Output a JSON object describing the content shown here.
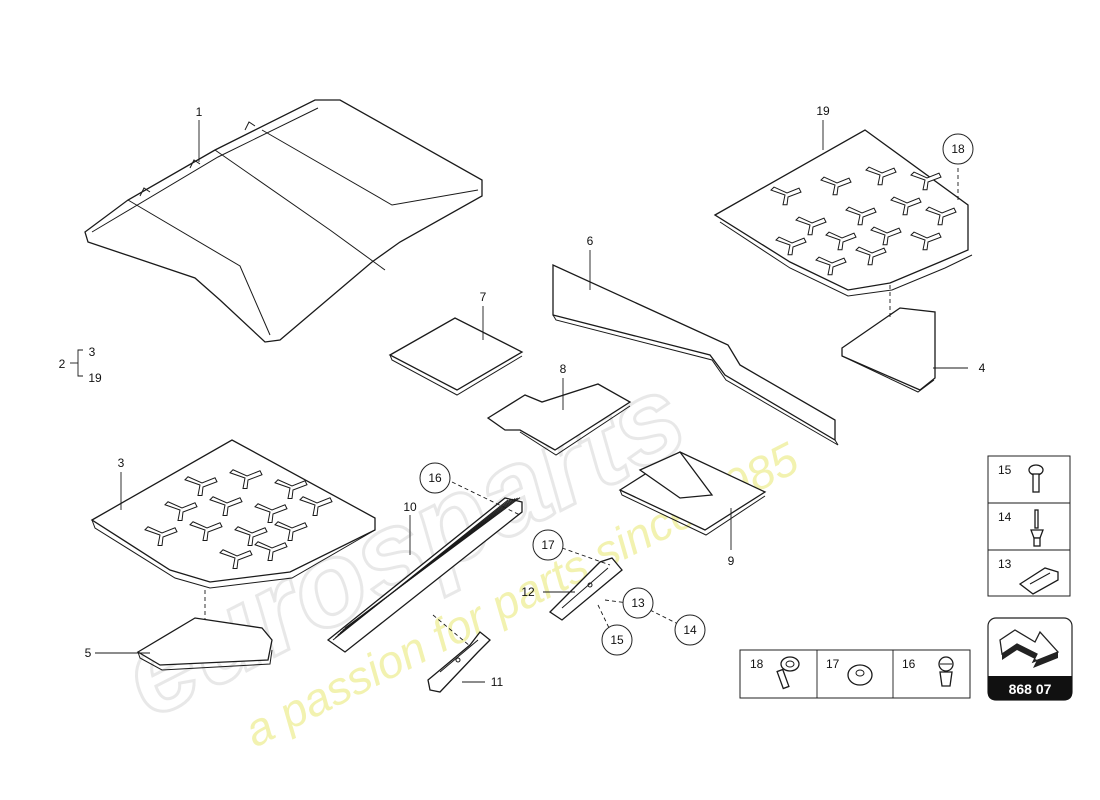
{
  "diagram": {
    "watermark": {
      "brand": "eurosparts",
      "tagline": "a passion for parts since 1985"
    },
    "callouts": [
      {
        "id": "c1",
        "label": "1"
      },
      {
        "id": "c2",
        "label": "2"
      },
      {
        "id": "c2a",
        "label": "3"
      },
      {
        "id": "c2b",
        "label": "19"
      },
      {
        "id": "c3",
        "label": "3"
      },
      {
        "id": "c4",
        "label": "4"
      },
      {
        "id": "c5",
        "label": "5"
      },
      {
        "id": "c6",
        "label": "6"
      },
      {
        "id": "c7",
        "label": "7"
      },
      {
        "id": "c8",
        "label": "8"
      },
      {
        "id": "c9",
        "label": "9"
      },
      {
        "id": "c10",
        "label": "10"
      },
      {
        "id": "c11",
        "label": "11"
      },
      {
        "id": "c12",
        "label": "12"
      },
      {
        "id": "c19",
        "label": "19"
      }
    ],
    "circled_callouts": [
      {
        "id": "k18",
        "label": "18"
      },
      {
        "id": "k16",
        "label": "16"
      },
      {
        "id": "k17",
        "label": "17"
      },
      {
        "id": "k13",
        "label": "13"
      },
      {
        "id": "k14",
        "label": "14"
      },
      {
        "id": "k15",
        "label": "15"
      }
    ],
    "legend_vertical": [
      "15",
      "14",
      "13"
    ],
    "legend_horizontal": [
      "18",
      "17",
      "16"
    ],
    "page_reference": "868 07"
  }
}
